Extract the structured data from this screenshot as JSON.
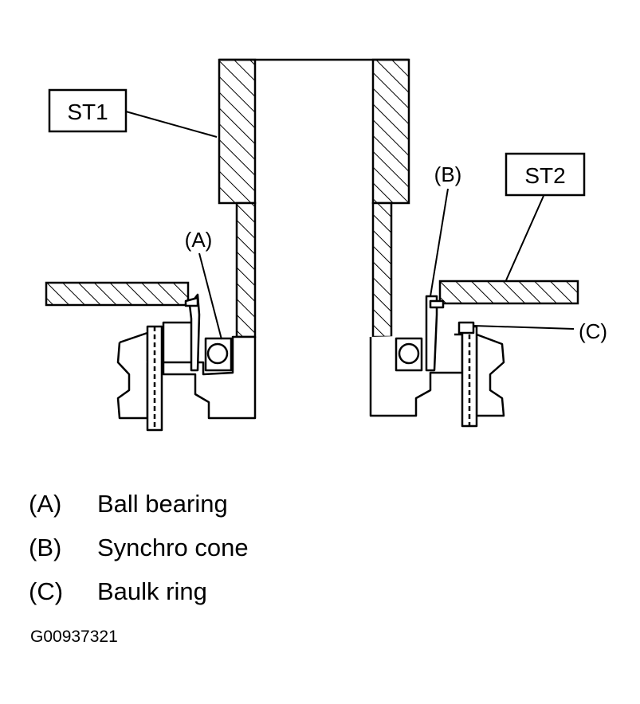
{
  "diagram": {
    "callouts": {
      "st1": "ST1",
      "st2": "ST2",
      "a": "(A)",
      "b": "(B)",
      "c": "(C)"
    }
  },
  "legend": [
    {
      "key": "(A)",
      "text": "Ball bearing"
    },
    {
      "key": "(B)",
      "text": "Synchro cone"
    },
    {
      "key": "(C)",
      "text": "Baulk ring"
    }
  ],
  "figure_id": "G00937321"
}
